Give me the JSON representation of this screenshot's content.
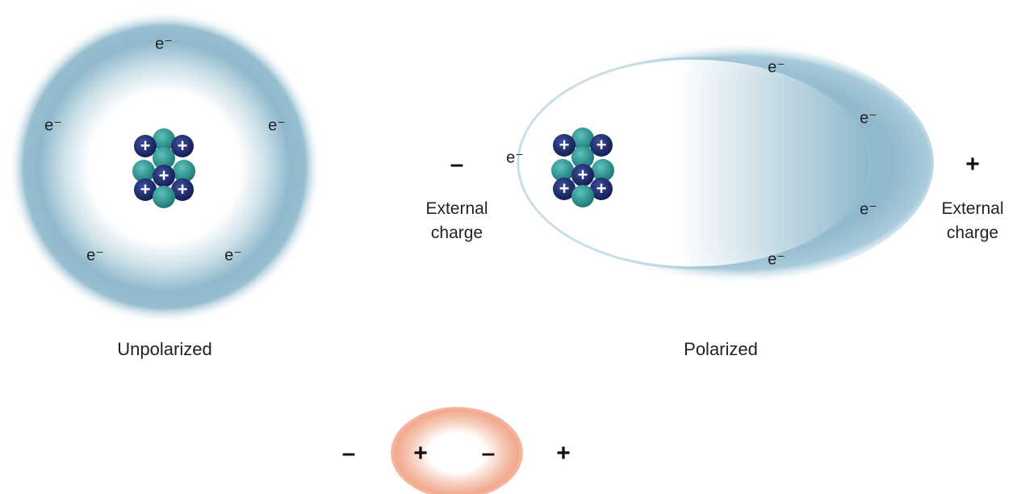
{
  "unpolarized": {
    "caption": "Unpolarized",
    "electron_labels": [
      "e⁻",
      "e⁻",
      "e⁻",
      "e⁻",
      "e⁻"
    ]
  },
  "polarized": {
    "caption": "Polarized",
    "electron_labels": [
      "e⁻",
      "e⁻",
      "e⁻",
      "e⁻",
      "e⁻",
      "e⁻"
    ],
    "left_charge": {
      "sign": "–",
      "label_line1": "External",
      "label_line2": "charge"
    },
    "right_charge": {
      "sign": "+",
      "label_line1": "External",
      "label_line2": "charge"
    }
  },
  "dipole": {
    "outer_left_sign": "–",
    "inner_left_sign": "+",
    "inner_right_sign": "–",
    "outer_right_sign": "+"
  },
  "nucleus": {
    "proton_symbol": "+"
  },
  "colors": {
    "electron_cloud": "#8fb9cc",
    "cloud_highlight": "#a9cbdb",
    "proton": "#1d2a6b",
    "neutron": "#2f9a96",
    "dipole_fill": "#f1a98e",
    "text": "#222222"
  }
}
